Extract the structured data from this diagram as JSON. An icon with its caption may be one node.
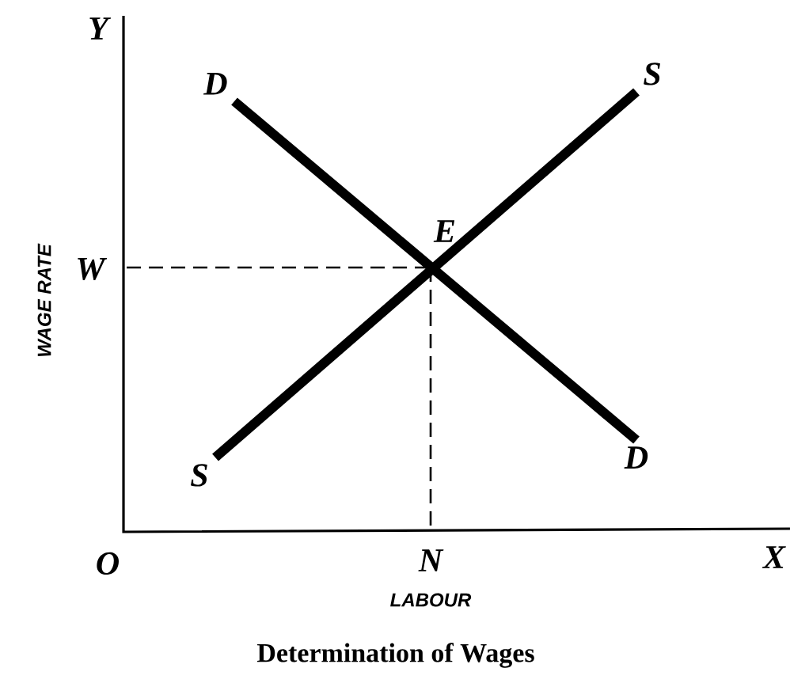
{
  "diagram": {
    "caption": "Determination of Wages",
    "nodes": [
      {
        "text": [
          "D"
        ]
      },
      {
        "text": [
          "S"
        ]
      },
      {
        "text": [
          "S"
        ]
      },
      {
        "text": [
          "D"
        ]
      }
    ],
    "edges": [
      {
        "from": 0,
        "to": 3,
        "arrow": "none"
      },
      {
        "from": 1,
        "to": 2,
        "arrow": "none"
      }
    ],
    "labels": [
      "Y",
      "E",
      "W",
      "WAGE RATE",
      "O",
      "N",
      "X",
      "LABOUR"
    ]
  }
}
